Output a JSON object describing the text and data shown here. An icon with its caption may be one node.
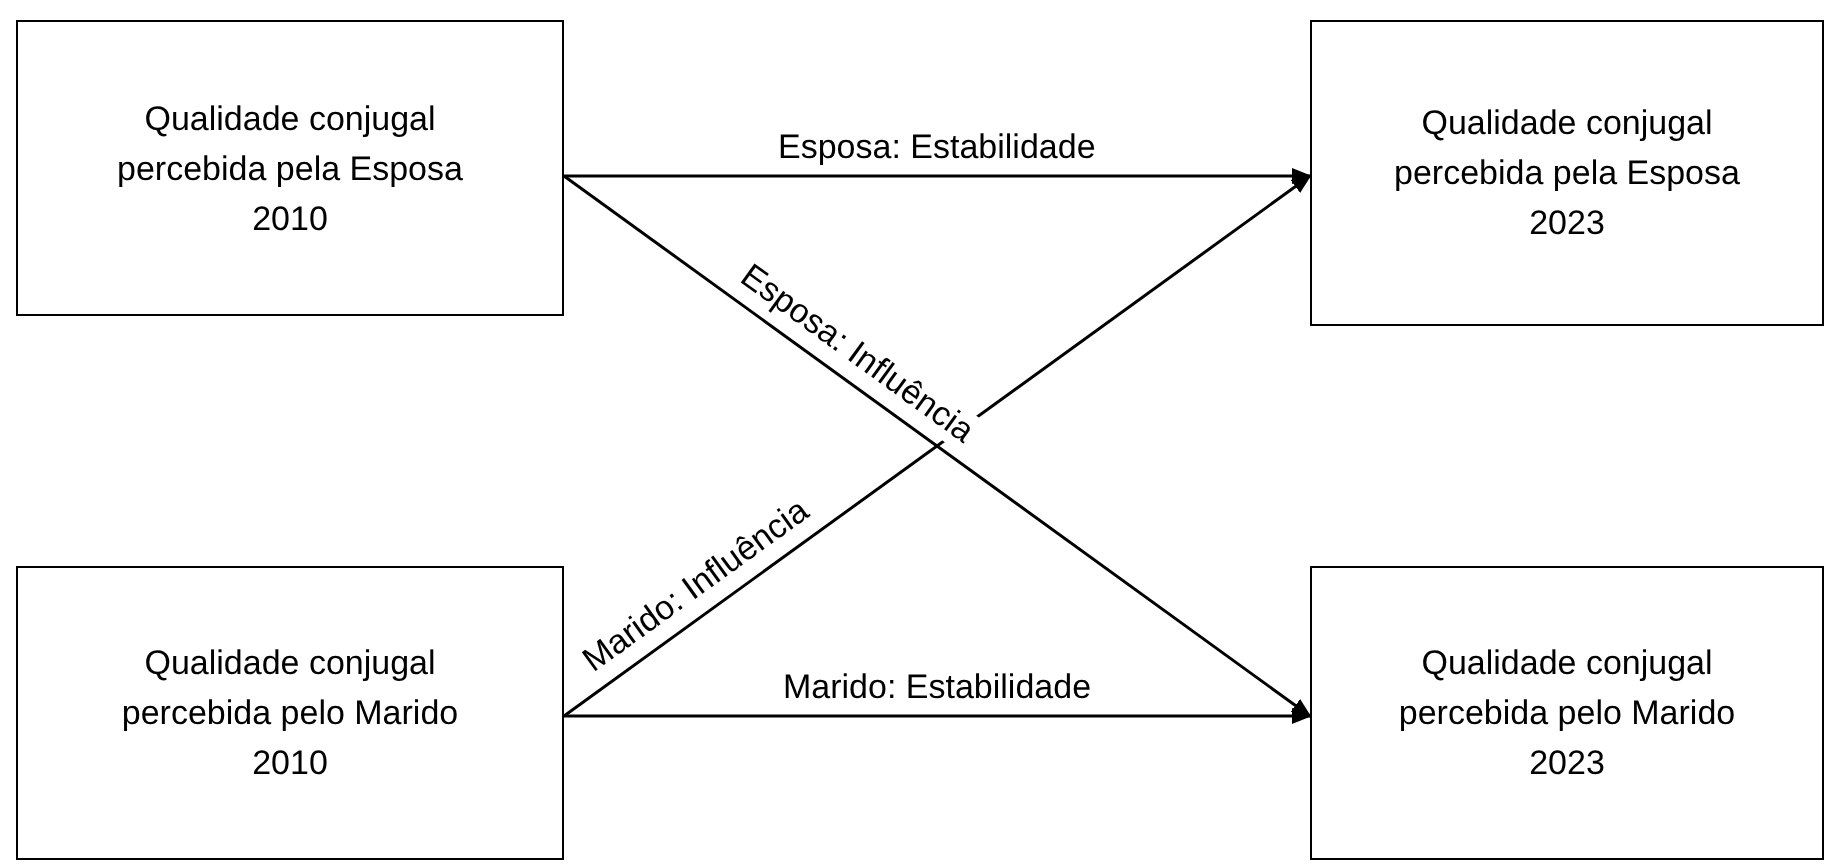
{
  "diagram": {
    "nodes": [
      {
        "text": [
          "Qualidade conjugal percebida pela Esposa 2010"
        ]
      },
      {
        "text": [
          "Qualidade conjugal percebida pela Esposa 2023"
        ]
      },
      {
        "text": [
          "Qualidade conjugal percebida pelo Marido 2010"
        ]
      },
      {
        "text": [
          "Qualidade conjugal percebida pelo Marido 2023"
        ]
      }
    ],
    "edges": [
      {
        "from": 0,
        "to": 1,
        "arrow": "to",
        "label": "Esposa: Estabilidade"
      },
      {
        "from": 0,
        "to": 3,
        "arrow": "to",
        "label": "Esposa: Influência"
      },
      {
        "from": 2,
        "to": 1,
        "arrow": "to",
        "label": "Marido: Influência"
      },
      {
        "from": 2,
        "to": 3,
        "arrow": "to",
        "label": "Marido: Estabilidade"
      }
    ]
  }
}
